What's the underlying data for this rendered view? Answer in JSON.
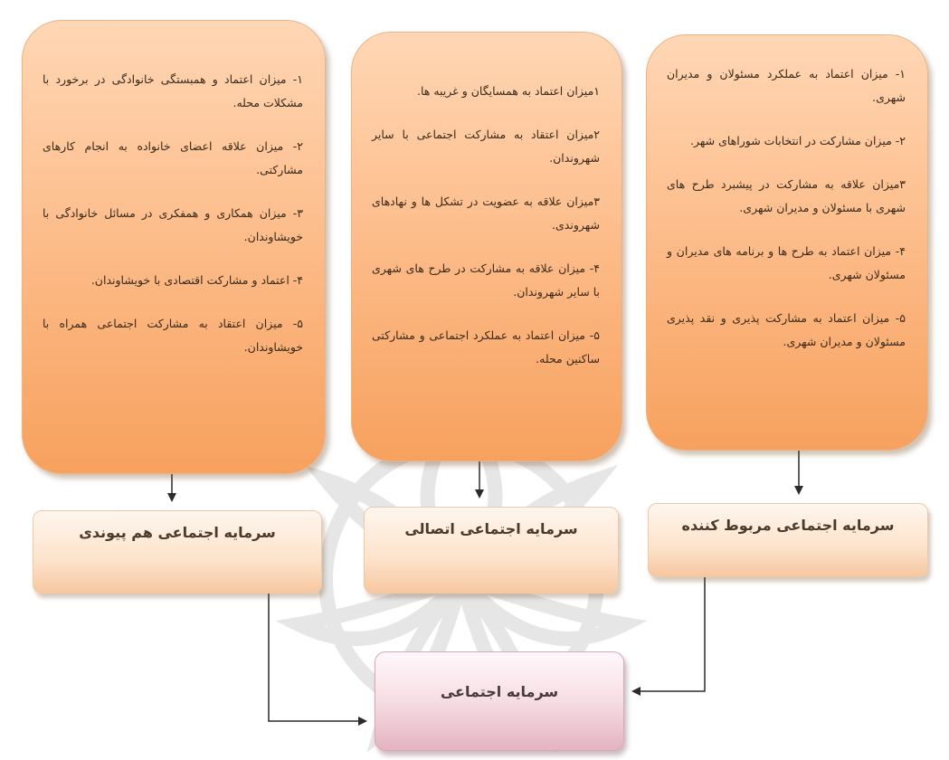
{
  "columns": {
    "bonding": {
      "items": [
        "۱- میزان اعتماد و همبستگی خانوادگی در برخورد با مشکلات محله.",
        "۲- میزان علاقه اعضای خانواده به انجام کارهای مشارکتی.",
        "۳- میزان همکاری و همفکری در مسائل خانوادگی با خویشاوندان.",
        "۴- اعتماد و مشارکت اقتصادی با خویشاوندان.",
        "۵- میزان اعتقاد به مشارکت اجتماعی همراه با خویشاوندان."
      ],
      "label": "سرمایه اجتماعی هم پیوندی"
    },
    "bridging": {
      "items": [
        "۱میزان اعتماد به همسایگان و غریبه ها.",
        "۲میزان اعتقاد به مشارکت اجتماعی با سایر شهروندان.",
        "۳میزان علاقه به عضویت در تشکل ها و نهادهای شهروندی.",
        "۴- میزان علاقه به مشارکت در طرح های شهری با سایر شهروندان.",
        "۵- میزان اعتماد به عملکرد اجتماعی و مشارکتی ساکنین محله."
      ],
      "label": "سرمایه اجتماعی اتصالی"
    },
    "linking": {
      "items": [
        "۱- میزان اعتماد به عملکرد مسئولان و مدیران شهری.",
        "۲- میزان مشارکت در انتخابات شوراهای شهر.",
        "۳میزان علاقه به مشارکت در پیشبرد طرح های شهری با مسئولان و مدیران شهری.",
        "۴- میزان اعتماد به طرح ها و برنامه های مدیران و مسئولان شهری.",
        "۵- میزان اعتماد به مشارکت پذیری و نقد پذیری مسئولان و مدیران شهری."
      ],
      "label": "سرمایه اجتماعی مربوط کننده"
    }
  },
  "result": {
    "label": "سرمایه اجتماعی"
  },
  "colors": {
    "box_fill_top": "#ffd7b5",
    "box_fill_bottom": "#f7a15e",
    "type_box_fill": "#fde3cb",
    "result_fill": "#e5b3c1",
    "connector": "#2b2b2b"
  }
}
